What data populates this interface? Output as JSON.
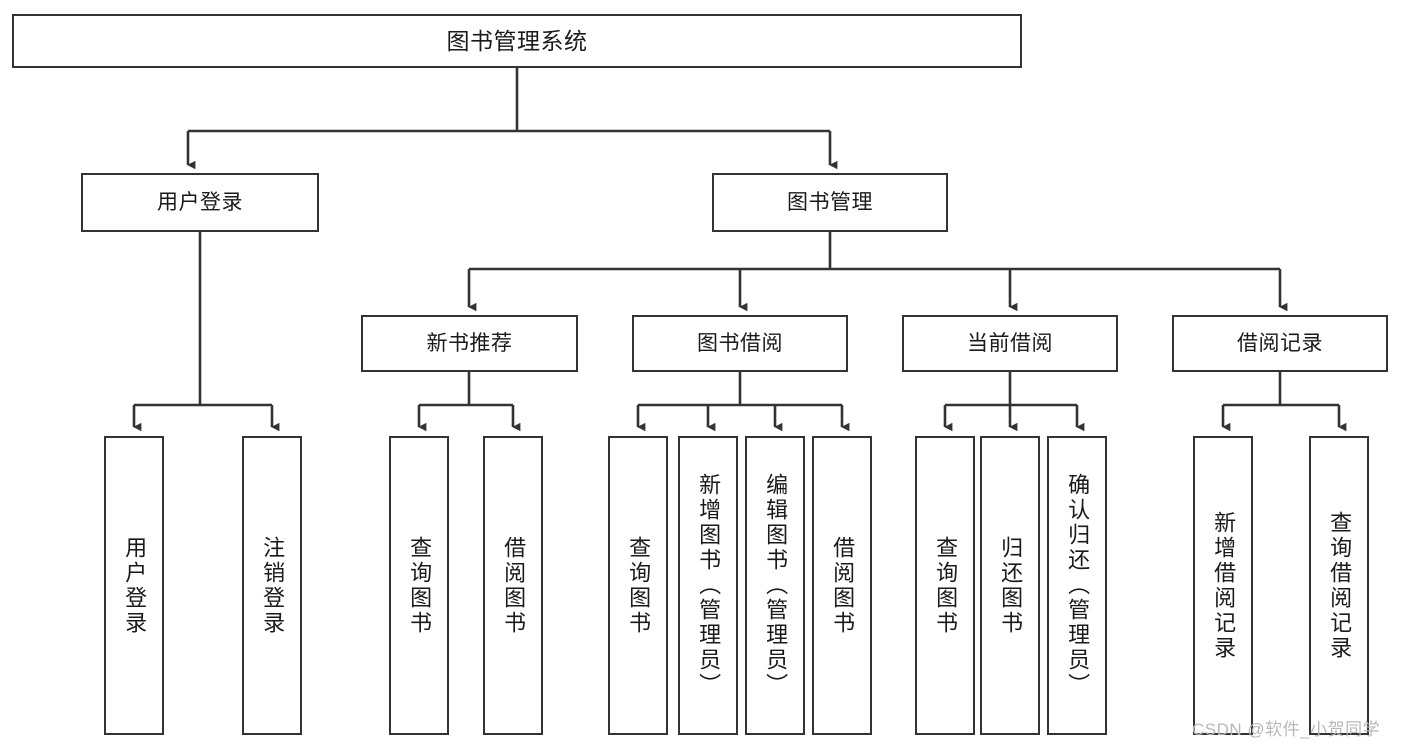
{
  "diagram": {
    "title": "图书管理系统",
    "type": "tree-hierarchy-diagram",
    "watermark": "CSDN @软件_小贺同学",
    "root": {
      "label": "图书管理系统"
    },
    "level2": [
      {
        "label": "用户登录"
      },
      {
        "label": "图书管理"
      }
    ],
    "level3": [
      {
        "label": "新书推荐"
      },
      {
        "label": "图书借阅"
      },
      {
        "label": "当前借阅"
      },
      {
        "label": "借阅记录"
      }
    ],
    "leaves": {
      "user_login": [
        {
          "label": "用户登录"
        },
        {
          "label": "注销登录"
        }
      ],
      "new_book": [
        {
          "label": "查询图书"
        },
        {
          "label": "借阅图书"
        }
      ],
      "book_borrow": [
        {
          "label": "查询图书"
        },
        {
          "label": "新增图书（管理员）"
        },
        {
          "label": "编辑图书（管理员）"
        },
        {
          "label": "借阅图书"
        }
      ],
      "current_borrow": [
        {
          "label": "查询图书"
        },
        {
          "label": "归还图书"
        },
        {
          "label": "确认归还（管理员）"
        }
      ],
      "borrow_record": [
        {
          "label": "新增借阅记录"
        },
        {
          "label": "查询借阅记录"
        }
      ]
    },
    "colors": {
      "stroke": "#333333",
      "background": "#ffffff",
      "text": "#1a1a1a",
      "watermark": "#b8b8b8"
    }
  }
}
